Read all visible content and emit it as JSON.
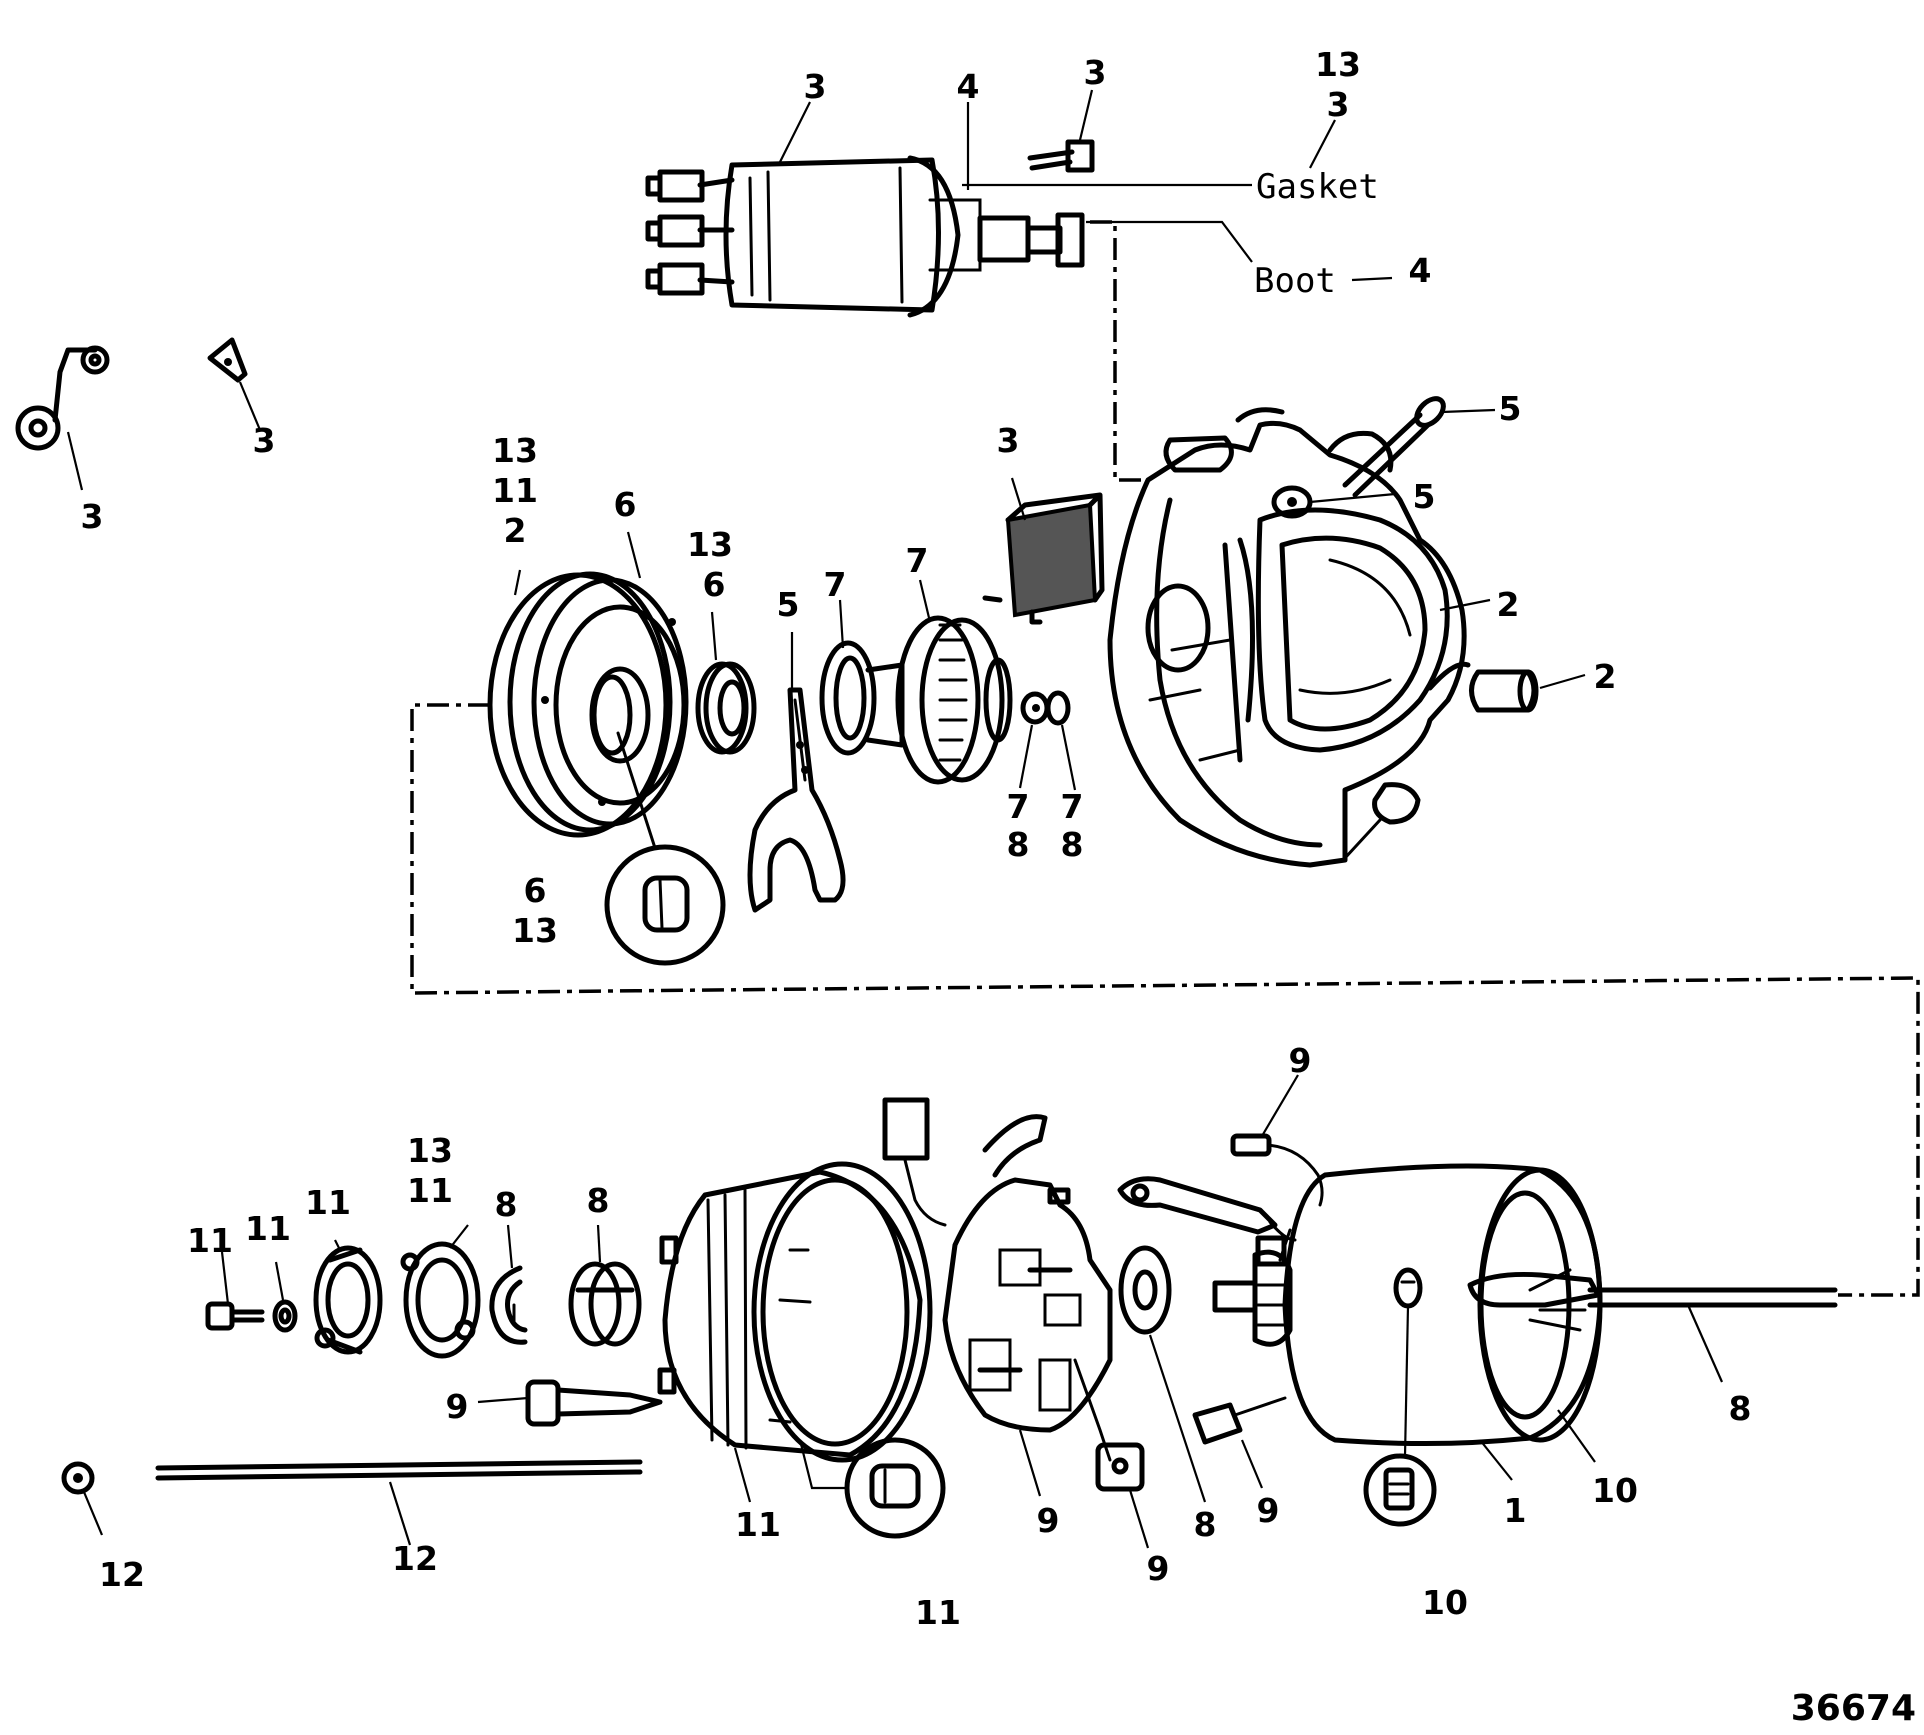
{
  "figure_number": "36674",
  "words": {
    "gasket": "Gasket",
    "boot": "Boot"
  },
  "callouts": {
    "sol_body": "3",
    "sol_plunger": "4",
    "sol_screw": "3",
    "gasket_a": "13",
    "gasket_b": "3",
    "boot_no": "4",
    "brk_lever": "3",
    "brk_tri": "3",
    "bolt_long": "5",
    "nut_small": "5",
    "housing_top": "2",
    "bushing": "2",
    "cap_a": "13",
    "cap_b": "11",
    "cap_c": "2",
    "cap_d": "6",
    "seal_a": "13",
    "seal_b": "6",
    "fork": "5",
    "pinion_a": "7",
    "pinion_b": "7",
    "block": "3",
    "ring_a1": "7",
    "ring_a2": "8",
    "ring_b1": "7",
    "ring_b2": "8",
    "inset_a": "6",
    "inset_b": "13",
    "brush_top": "9",
    "screw_l": "11",
    "washer_l": "11",
    "plate_l": "11",
    "gas_a": "13",
    "gas_b": "11",
    "clip_a": "8",
    "clip_b": "8",
    "bolt9": "9",
    "nut12": "12",
    "rod12": "12",
    "endcap": "11",
    "inset11": "11",
    "holder": "9",
    "brush_low": "9",
    "washer8": "8",
    "brush_right": "9",
    "frame": "1",
    "inner10": "10",
    "inset10": "10",
    "armature": "8"
  }
}
